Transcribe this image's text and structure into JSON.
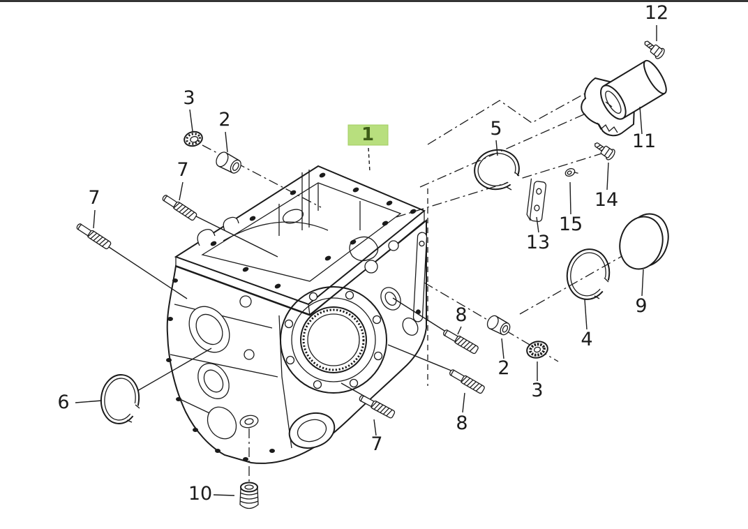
{
  "document": {
    "type": "exploded-parts-diagram",
    "subject": "transmission gearbox case exploded view",
    "background_color": "#ffffff",
    "line_color": "#1b1b1b",
    "highlight_fill": "#b8df7e",
    "highlight_border": "#a3cc63",
    "highlight_text_color": "#3d5c17"
  },
  "callouts": [
    {
      "part": "gearbox-case-assembly",
      "text": "1",
      "highlighted": true
    },
    {
      "part": "oil-seal-upper",
      "text": "3",
      "highlighted": false
    },
    {
      "part": "bushing-upper",
      "text": "2",
      "highlighted": false
    },
    {
      "part": "stud-upper",
      "text": "7",
      "highlighted": false
    },
    {
      "part": "stud-far-left",
      "text": "7",
      "highlighted": false
    },
    {
      "part": "snap-ring-front",
      "text": "5",
      "highlighted": false
    },
    {
      "part": "bolt-small",
      "text": "12",
      "highlighted": false
    },
    {
      "part": "sleeve-cylinder",
      "text": "11",
      "highlighted": false
    },
    {
      "part": "bolt-flanged",
      "text": "14",
      "highlighted": false
    },
    {
      "part": "clip-small",
      "text": "15",
      "highlighted": false
    },
    {
      "part": "plate-bracket",
      "text": "13",
      "highlighted": false
    },
    {
      "part": "cap-disc",
      "text": "9",
      "highlighted": false
    },
    {
      "part": "snap-ring-right",
      "text": "4",
      "highlighted": false
    },
    {
      "part": "stud-right-upper",
      "text": "8",
      "highlighted": false
    },
    {
      "part": "bushing-right",
      "text": "2",
      "highlighted": false
    },
    {
      "part": "oil-seal-right",
      "text": "3",
      "highlighted": false
    },
    {
      "part": "stud-right-lower",
      "text": "8",
      "highlighted": false
    },
    {
      "part": "stud-bottom",
      "text": "7",
      "highlighted": false
    },
    {
      "part": "snap-ring-left",
      "text": "6",
      "highlighted": false
    },
    {
      "part": "drain-plug",
      "text": "10",
      "highlighted": false
    }
  ]
}
